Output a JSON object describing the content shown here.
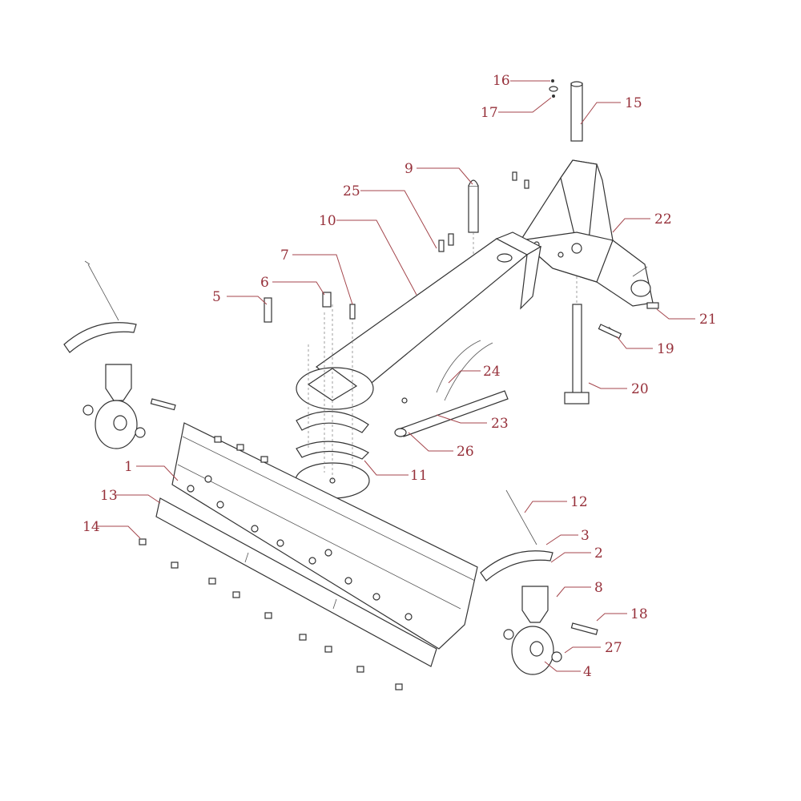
{
  "diagram": {
    "type": "exploded parts diagram",
    "label_color": "#96303a",
    "callouts": [
      "1",
      "2",
      "3",
      "4",
      "5",
      "6",
      "7",
      "8",
      "9",
      "10",
      "11",
      "12",
      "13",
      "14",
      "15",
      "16",
      "17",
      "18",
      "19",
      "20",
      "21",
      "22",
      "23",
      "24",
      "25",
      "26",
      "27"
    ]
  }
}
